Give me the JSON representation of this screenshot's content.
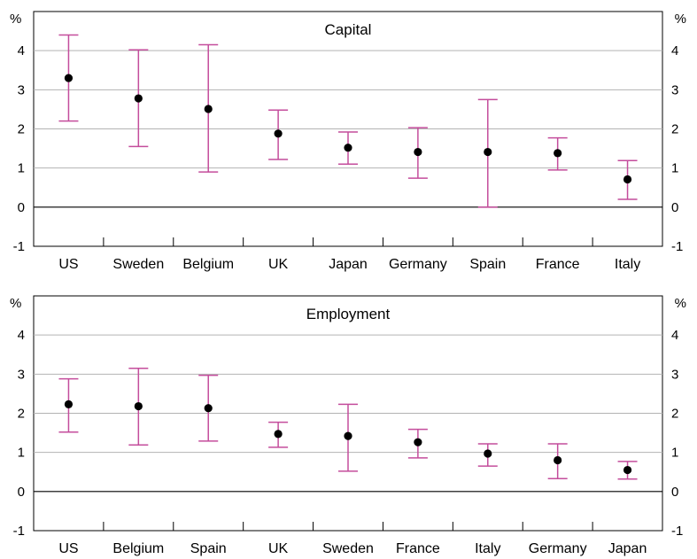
{
  "colors": {
    "whisker": "#c44d9c",
    "point": "#000000",
    "grid": "#b3b3b3",
    "axis": "#000000",
    "background": "#ffffff"
  },
  "chart_data": [
    {
      "type": "scatter",
      "title": "Capital",
      "unit_left": "%",
      "unit_right": "%",
      "ylim": [
        -1,
        5
      ],
      "yticks": [
        "-1",
        "0",
        "1",
        "2",
        "3",
        "4"
      ],
      "grid": true,
      "categories": [
        "US",
        "Sweden",
        "Belgium",
        "UK",
        "Japan",
        "Germany",
        "Spain",
        "France",
        "Italy"
      ],
      "values": [
        3.3,
        2.78,
        2.51,
        1.88,
        1.52,
        1.41,
        1.41,
        1.38,
        0.71
      ],
      "low": [
        2.2,
        1.55,
        0.9,
        1.22,
        1.1,
        0.74,
        0.0,
        0.95,
        0.2
      ],
      "high": [
        4.4,
        4.02,
        4.15,
        2.48,
        1.92,
        2.03,
        2.75,
        1.77,
        1.19
      ]
    },
    {
      "type": "scatter",
      "title": "Employment",
      "unit_left": "%",
      "unit_right": "%",
      "ylim": [
        -1,
        5
      ],
      "yticks": [
        "-1",
        "0",
        "1",
        "2",
        "3",
        "4"
      ],
      "grid": true,
      "categories": [
        "US",
        "Belgium",
        "Spain",
        "UK",
        "Sweden",
        "France",
        "Italy",
        "Germany",
        "Japan"
      ],
      "values": [
        2.23,
        2.18,
        2.13,
        1.47,
        1.42,
        1.26,
        0.97,
        0.8,
        0.55
      ],
      "low": [
        1.52,
        1.19,
        1.29,
        1.13,
        0.52,
        0.86,
        0.65,
        0.33,
        0.32
      ],
      "high": [
        2.88,
        3.15,
        2.97,
        1.77,
        2.23,
        1.59,
        1.22,
        1.22,
        0.77
      ]
    }
  ]
}
